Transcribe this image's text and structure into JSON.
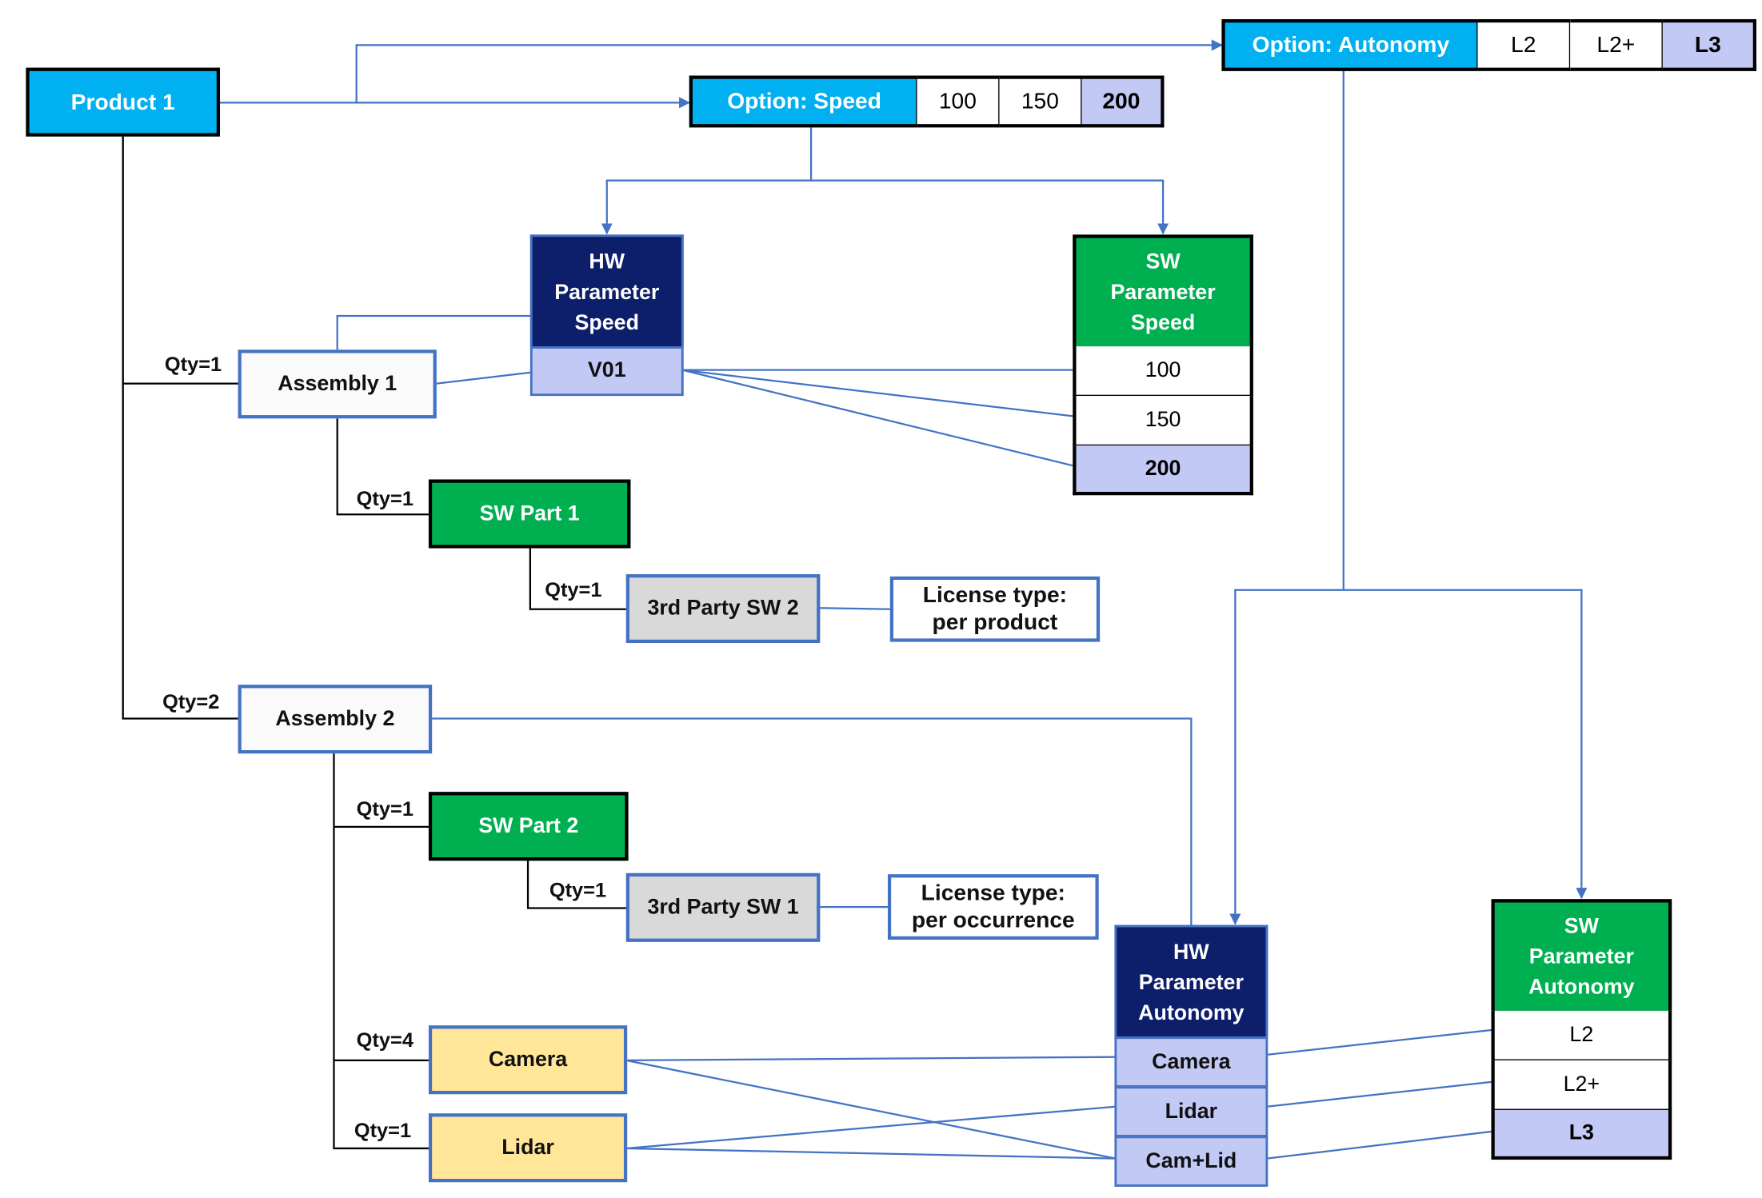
{
  "product": {
    "label": "Product 1"
  },
  "option_speed": {
    "label": "Option: Speed",
    "values": [
      "100",
      "150",
      "200"
    ],
    "selected": "200"
  },
  "option_autonomy": {
    "label": "Option: Autonomy",
    "values": [
      "L2",
      "L2+",
      "L3"
    ],
    "selected": "L3"
  },
  "hw_param_speed": {
    "title": "HW\nParameter\nSpeed",
    "values": [
      "V01"
    ]
  },
  "sw_param_speed": {
    "title": "SW\nParameter\nSpeed",
    "values": [
      "100",
      "150",
      "200"
    ],
    "selected": "200"
  },
  "hw_param_autonomy": {
    "title": "HW\nParameter\nAutonomy",
    "values": [
      "Camera",
      "Lidar",
      "Cam+Lid"
    ]
  },
  "sw_param_autonomy": {
    "title": "SW\nParameter\nAutonomy",
    "values": [
      "L2",
      "L2+",
      "L3"
    ],
    "selected": "L3"
  },
  "assembly1": {
    "label": "Assembly 1",
    "qty": "Qty=1"
  },
  "assembly2": {
    "label": "Assembly 2",
    "qty": "Qty=2"
  },
  "sw_part1": {
    "label": "SW Part 1",
    "qty": "Qty=1"
  },
  "sw_part2": {
    "label": "SW Part 2",
    "qty": "Qty=1"
  },
  "third_party_sw2": {
    "label": "3rd Party SW 2",
    "qty": "Qty=1"
  },
  "third_party_sw1": {
    "label": "3rd Party SW 1",
    "qty": "Qty=1"
  },
  "license_sw2": {
    "label": "License type:\nper product"
  },
  "license_sw1": {
    "label": "License type:\nper occurrence"
  },
  "camera": {
    "label": "Camera",
    "qty": "Qty=4"
  },
  "lidar": {
    "label": "Lidar",
    "qty": "Qty=1"
  },
  "colors": {
    "option_cyan": "#00B0F0",
    "hw_navy": "#0D1F6B",
    "sw_green": "#00B050",
    "selected_lavender": "#C3C9F5",
    "connector_blue": "#4472C4",
    "third_party_grey": "#D9D9D9",
    "sensor_yellow": "#FFE699"
  }
}
